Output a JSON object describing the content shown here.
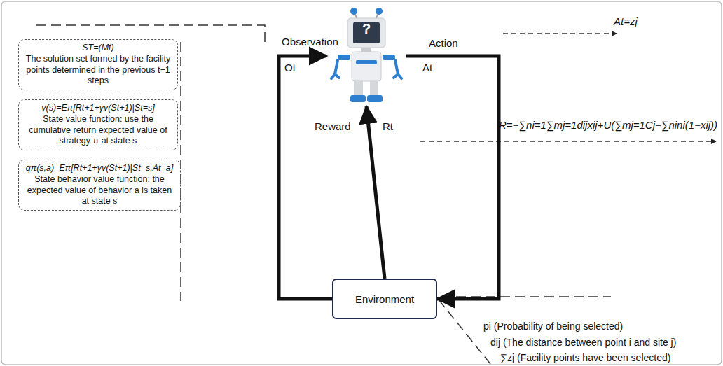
{
  "diagram": {
    "nodes": [
      {
        "text": [
          "ST=(Mt)",
          "The solution set formed by the facility points determined in the previous t−1 steps"
        ]
      },
      {
        "text": [
          "v(s)=Eπ[Rt+1+γv(St+1)|St=s]",
          "State value function: use the cumulative return expected value of strategy π at state s"
        ]
      },
      {
        "text": [
          "qπ(s,a)=Eπ[Rt+1+γv(St+1)|St=s,At=a]",
          "State behavior value function: the expected value of behavior a is taken at state s"
        ]
      },
      {
        "text": [
          "?"
        ]
      },
      {
        "text": [
          "Environment"
        ]
      }
    ],
    "edges": [
      {
        "from": 4,
        "to": 3,
        "arrow": "to",
        "label": "Observation"
      },
      {
        "from": 3,
        "to": 4,
        "arrow": "to",
        "label": "Action"
      },
      {
        "from": 4,
        "to": 3,
        "arrow": "to",
        "label": "Reward"
      }
    ],
    "labels": [
      "Ot",
      "At",
      "Rt",
      "At=zj",
      "R=−∑ni=1∑mj=1dijxij+U(∑mj=1Cj−∑nini(1−xij))",
      "pi (Probability of being selected)",
      "dij (The distance between point i and site j)",
      "∑zj (Facility points have been selected)"
    ]
  }
}
